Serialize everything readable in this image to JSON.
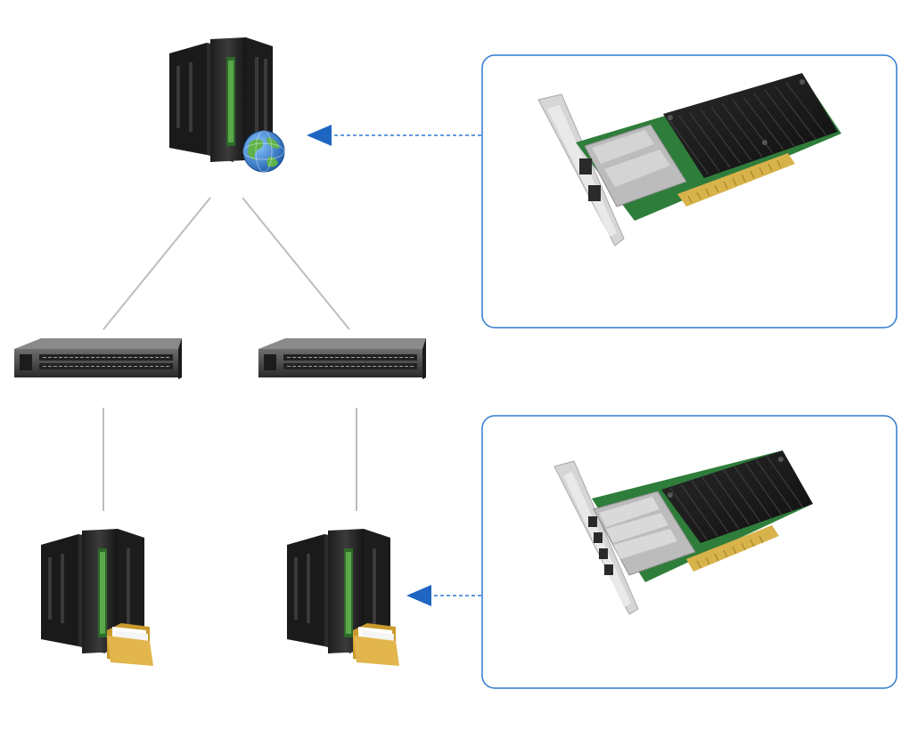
{
  "diagram": {
    "nodes": [
      {
        "id": "web-server",
        "icon": "server-rack-with-globe-icon"
      },
      {
        "id": "switch-left",
        "icon": "network-switch-icon"
      },
      {
        "id": "switch-right",
        "icon": "network-switch-icon"
      },
      {
        "id": "file-server-left",
        "icon": "server-rack-with-folder-icon"
      },
      {
        "id": "file-server-right",
        "icon": "server-rack-with-folder-icon"
      }
    ],
    "callouts": [
      {
        "id": "nic-dual-port",
        "icon": "pcie-network-card-dual-qsfp-icon",
        "ports": 2,
        "points_to": "web-server"
      },
      {
        "id": "nic-quad-port",
        "icon": "pcie-network-card-quad-sfp-icon",
        "ports": 4,
        "points_to": "file-server-right"
      }
    ],
    "links": [
      {
        "from": "web-server",
        "to": "switch-left"
      },
      {
        "from": "web-server",
        "to": "switch-right"
      },
      {
        "from": "switch-left",
        "to": "file-server-left"
      },
      {
        "from": "switch-right",
        "to": "file-server-right"
      }
    ],
    "colors": {
      "accent": "#2e7ad1",
      "callout_border": "#2e7ad1",
      "link_line": "#bdbdbd",
      "server_body": "#2b2b2b",
      "server_highlight": "#4a4a4a",
      "server_led": "#5aa84a",
      "switch_body": "#3a3a3a",
      "switch_port": "#d9d9d9",
      "card_heatsink": "#1c1c1c",
      "card_pcb": "#2f7d3a",
      "card_gold": "#d8b24a",
      "card_bracket": "#cfcfcf",
      "card_cage": "#b9b9b9",
      "globe_blue": "#3a87d8",
      "globe_green": "#5fb24a",
      "folder": "#e2b64c"
    }
  }
}
